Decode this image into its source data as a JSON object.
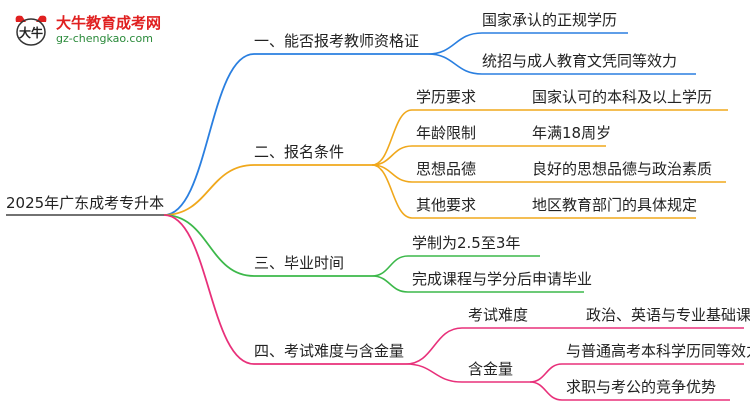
{
  "logo": {
    "name": "大牛教育成考网",
    "url": "gz-chengkao.com",
    "mark_text": "大牛"
  },
  "root": "2025年广东成考专升本",
  "colors": {
    "branch1": "#2a7fe0",
    "branch2": "#f0a81c",
    "branch3": "#3cb84a",
    "branch4": "#e8307a"
  },
  "branches": [
    {
      "label": "一、能否报考教师资格证",
      "children": [
        {
          "label": "国家承认的正规学历"
        },
        {
          "label": "统招与成人教育文凭同等效力"
        }
      ]
    },
    {
      "label": "二、报名条件",
      "children": [
        {
          "label": "学历要求",
          "detail": "国家认可的本科及以上学历"
        },
        {
          "label": "年龄限制",
          "detail": "年满18周岁"
        },
        {
          "label": "思想品德",
          "detail": "良好的思想品德与政治素质"
        },
        {
          "label": "其他要求",
          "detail": "地区教育部门的具体规定"
        }
      ]
    },
    {
      "label": "三、毕业时间",
      "children": [
        {
          "label": "学制为2.5至3年"
        },
        {
          "label": "完成课程与学分后申请毕业"
        }
      ]
    },
    {
      "label": "四、考试难度与含金量",
      "children": [
        {
          "label": "考试难度",
          "details": [
            "政治、英语与专业基础课程"
          ]
        },
        {
          "label": "含金量",
          "details": [
            "与普通高考本科学历同等效力",
            "求职与考公的竞争优势"
          ]
        }
      ]
    }
  ]
}
